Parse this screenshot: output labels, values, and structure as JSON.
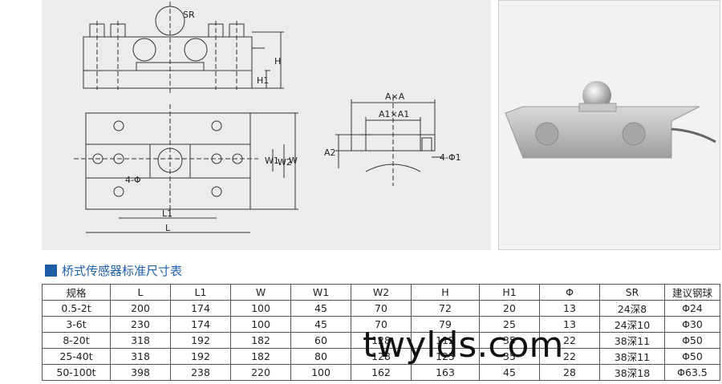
{
  "drawing_labels": {
    "sr": "SR",
    "h": "H",
    "h1": "H1",
    "w1": "W1",
    "w2": "W2",
    "w": "W",
    "l1": "L1",
    "l": "L",
    "four_phi": "4-Φ",
    "axa": "A×A",
    "a1xa1": "A1×A1",
    "a2": "A2",
    "four_phi1": "4-Φ1"
  },
  "section": {
    "title": "桥式传感器标准尺寸表"
  },
  "table": {
    "headers": [
      "规格",
      "L",
      "L1",
      "W",
      "W1",
      "W2",
      "H",
      "H1",
      "Φ",
      "SR",
      "建议钢球"
    ],
    "rows": [
      [
        "0.5-2t",
        "200",
        "174",
        "100",
        "45",
        "70",
        "72",
        "20",
        "13",
        "24深8",
        "Φ24"
      ],
      [
        "3-6t",
        "230",
        "174",
        "100",
        "45",
        "70",
        "79",
        "25",
        "13",
        "24深10",
        "Φ30"
      ],
      [
        "8-20t",
        "318",
        "192",
        "182",
        "60",
        "128",
        "112",
        "35",
        "22",
        "38深11",
        "Φ50"
      ],
      [
        "25-40t",
        "318",
        "192",
        "182",
        "80",
        "128",
        "125",
        "35",
        "22",
        "38深11",
        "Φ50"
      ],
      [
        "50-100t",
        "398",
        "238",
        "220",
        "100",
        "162",
        "163",
        "45",
        "28",
        "38深18",
        "Φ63.5"
      ]
    ]
  },
  "watermark": "twylds.com",
  "colors": {
    "accent": "#1e5fa8",
    "panel": "#ececec"
  }
}
